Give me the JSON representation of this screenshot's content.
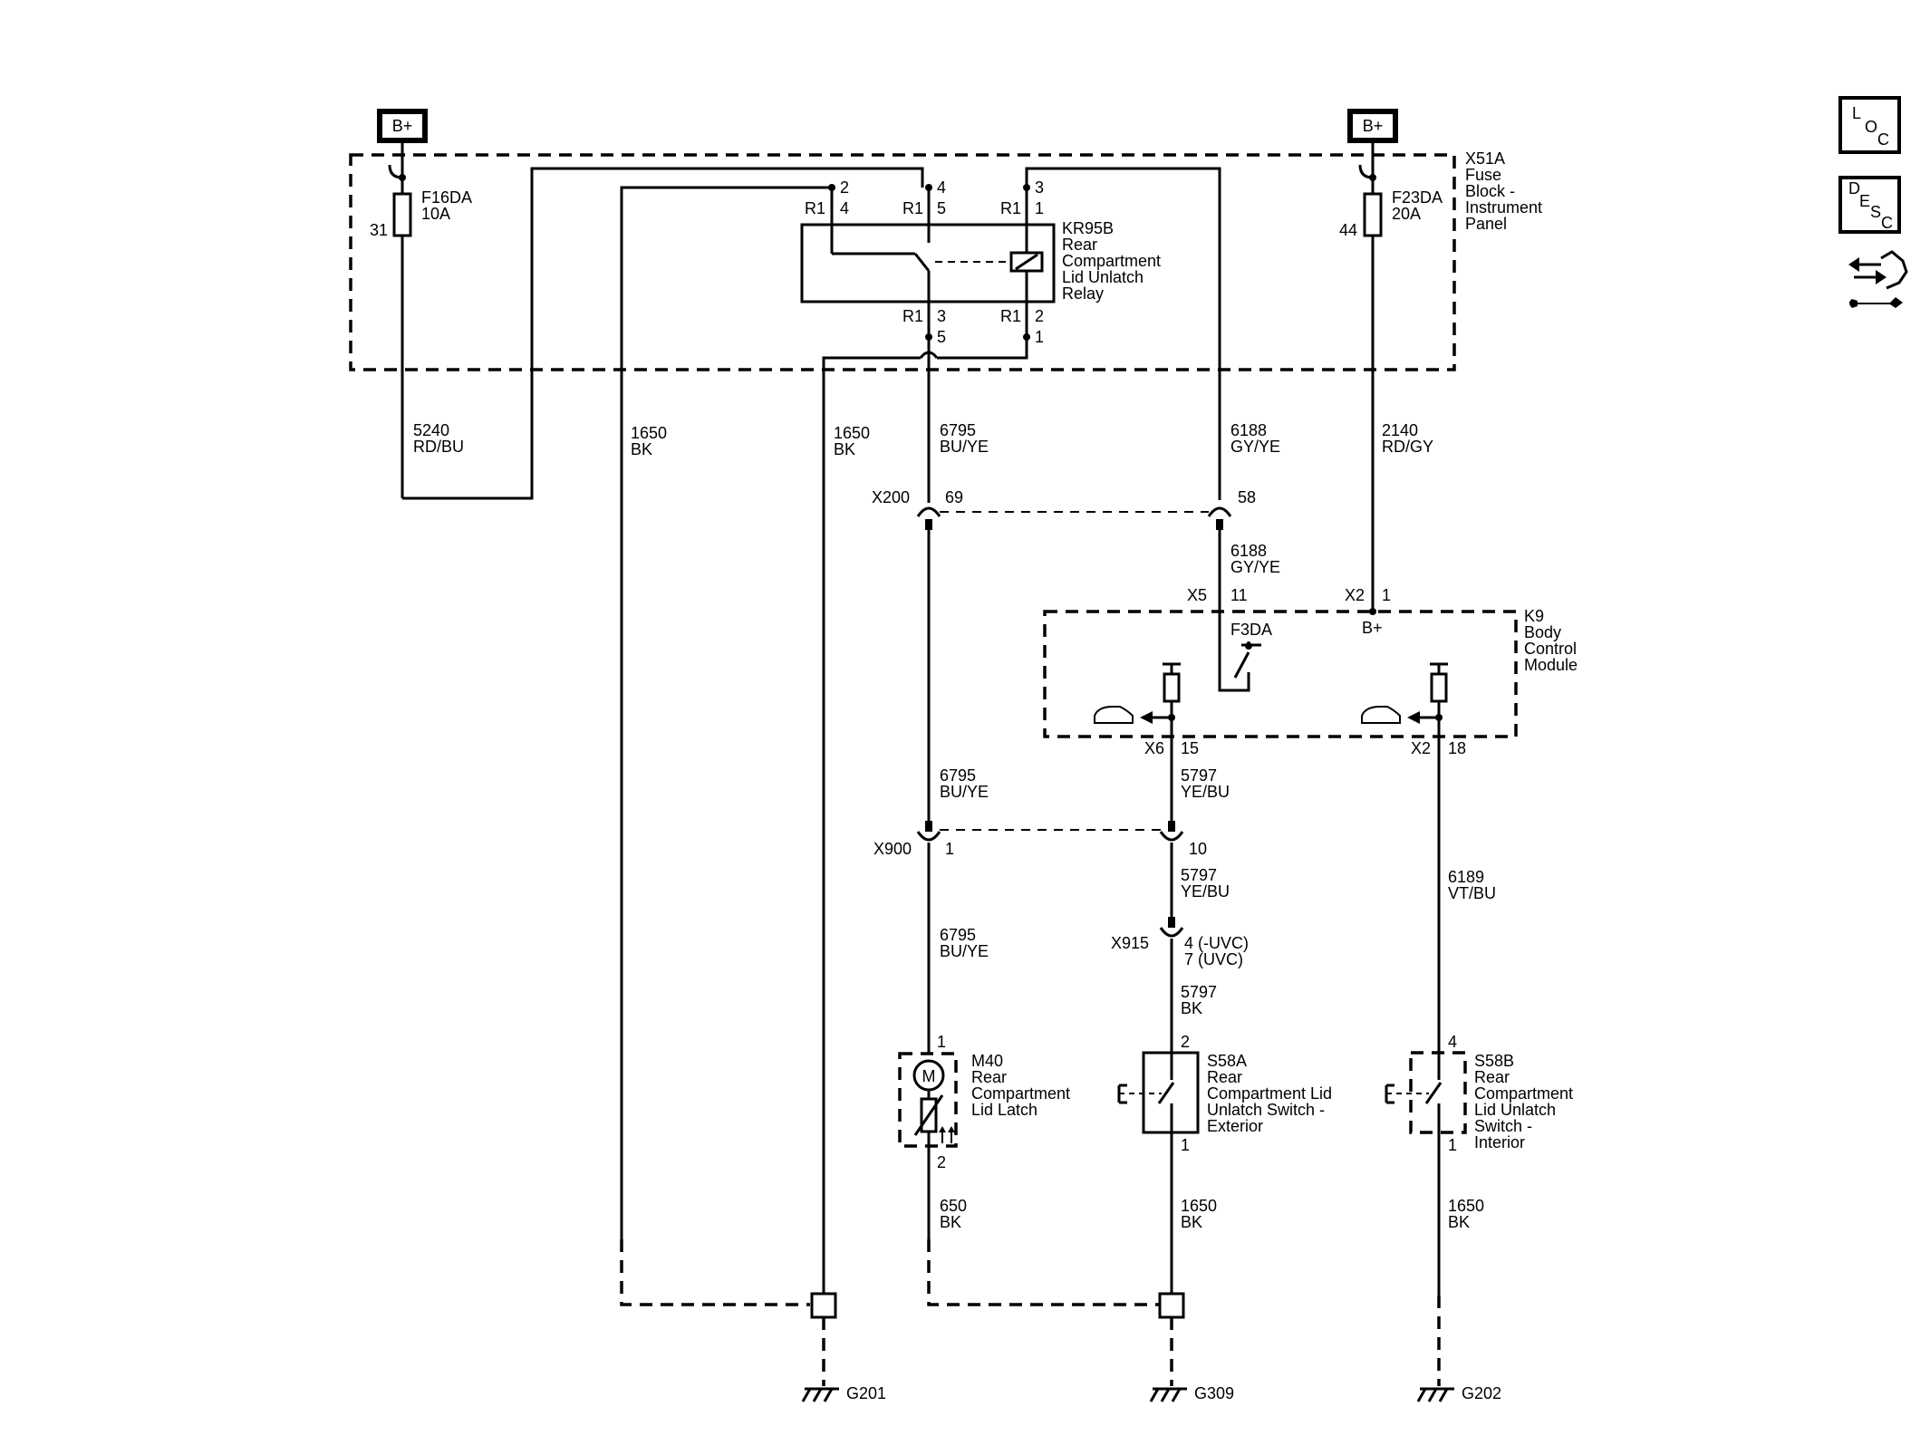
{
  "battery": {
    "label": "B+"
  },
  "fuse_block": {
    "name": "X51A",
    "title_lines": [
      "Fuse",
      "Block -",
      "Instrument",
      "Panel"
    ],
    "fuse1": {
      "id": "F16DA",
      "rating": "10A",
      "pin": "31"
    },
    "fuse2": {
      "id": "F23DA",
      "rating": "20A",
      "pin": "44"
    }
  },
  "relay": {
    "lines": [
      "KR95B",
      "Rear",
      "Compartment",
      "Lid Unlatch",
      "Relay"
    ],
    "connector": "R1",
    "pins": {
      "top": [
        "2",
        "4",
        "4",
        "5",
        "3",
        "1"
      ],
      "bottom": [
        "3",
        "5",
        "2",
        "1"
      ]
    }
  },
  "wires": {
    "w5240": {
      "num": "5240",
      "color": "RD/BU"
    },
    "w1650a": {
      "num": "1650",
      "color": "BK"
    },
    "w1650b": {
      "num": "1650",
      "color": "BK"
    },
    "w6795a": {
      "num": "6795",
      "color": "BU/YE"
    },
    "w6188a": {
      "num": "6188",
      "color": "GY/YE"
    },
    "w2140": {
      "num": "2140",
      "color": "RD/GY"
    },
    "w6188b": {
      "num": "6188",
      "color": "GY/YE"
    },
    "w6795b": {
      "num": "6795",
      "color": "BU/YE"
    },
    "w5797a": {
      "num": "5797",
      "color": "YE/BU"
    },
    "w6795c": {
      "num": "6795",
      "color": "BU/YE"
    },
    "w5797b": {
      "num": "5797",
      "color": "YE/BU"
    },
    "w6189": {
      "num": "6189",
      "color": "VT/BU"
    },
    "w5797c": {
      "num": "5797",
      "color": "BK"
    },
    "w650": {
      "num": "650",
      "color": "BK"
    },
    "w1650c": {
      "num": "1650",
      "color": "BK"
    },
    "w1650d": {
      "num": "1650",
      "color": "BK"
    }
  },
  "connectors": {
    "x200": {
      "name": "X200",
      "pin_a": "69",
      "pin_b": "58"
    },
    "x5": {
      "name": "X5",
      "pin": "11"
    },
    "x2top": {
      "name": "X2",
      "pin": "1"
    },
    "x6": {
      "name": "X6",
      "pin": "15"
    },
    "x2bot": {
      "name": "X2",
      "pin": "18"
    },
    "x900": {
      "name": "X900",
      "pin_a": "1",
      "pin_b": "10"
    },
    "x915": {
      "name": "X915",
      "pin_line1": "4 (-UVC)",
      "pin_line2": "7 (UVC)"
    }
  },
  "bcm": {
    "lines": [
      "K9",
      "Body",
      "Control",
      "Module"
    ],
    "fuse": "F3DA",
    "bplus": "B+"
  },
  "m40": {
    "lines": [
      "M40",
      "Rear",
      "Compartment",
      "Lid Latch"
    ],
    "pin_top": "1",
    "pin_bottom": "2",
    "motor": "M"
  },
  "s58a": {
    "lines": [
      "S58A",
      "Rear",
      "Compartment Lid",
      "Unlatch Switch -",
      "Exterior"
    ],
    "pin_top": "2",
    "pin_bottom": "1"
  },
  "s58b": {
    "lines": [
      "S58B",
      "Rear",
      "Compartment",
      "Lid Unlatch",
      "Switch -",
      "Interior"
    ],
    "pin_top": "4",
    "pin_bottom": "1"
  },
  "grounds": {
    "g201": "G201",
    "g309": "G309",
    "g202": "G202"
  },
  "side_icons": {
    "loc": {
      "icon": "loc-icon",
      "letters": [
        "L",
        "O",
        "C"
      ]
    },
    "desc": {
      "icon": "desc-icon",
      "letters": [
        "D",
        "E",
        "S",
        "C"
      ]
    },
    "connector": {
      "icon": "connector-tool-icon"
    }
  }
}
